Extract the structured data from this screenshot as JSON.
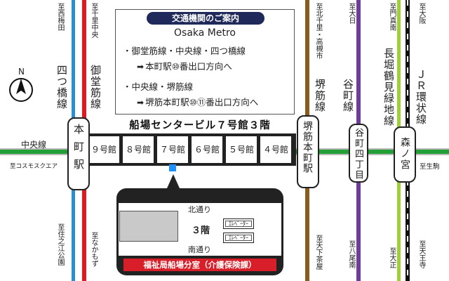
{
  "info_box": {
    "title": "交通機関のご案内",
    "metro": "Osaka Metro",
    "line1": "・御堂筋線・中央線・四つ橋線",
    "dir1": "本町駅⑩番出口方向へ",
    "line2": "・中央線・堺筋線",
    "dir2": "堺筋本町駅⑩⑪番出口方向へ",
    "arrow_icon": "➡"
  },
  "compass": {
    "label": "N"
  },
  "building": {
    "title": "船場センタービル７号館３階",
    "buildings": [
      "９号館",
      "８号館",
      "７号館",
      "６号館",
      "５号館",
      "４号館"
    ]
  },
  "stations": {
    "honmachi": "本町駅",
    "sakaisuji_honmachi": "堺筋本町駅",
    "tanimachi_4chome": "谷町四丁目",
    "morinomiya": "森ノ宮"
  },
  "lines": {
    "chuo": "中央線",
    "yotsubashi": "四つ橋線",
    "midosuji": "御堂筋線",
    "sakaisuji": "堺筋線",
    "tanimachi": "谷町線",
    "nagahori": "長堀鶴見緑地線",
    "jr_loop": "ＪＲ環状線"
  },
  "directions": {
    "nishi_umeda": "至西梅田",
    "senri_chuo": "至千里中央",
    "kita_senri": "至北千里・高槻市",
    "dainichi": "至大日",
    "kadoma": "至門真南",
    "osaka": "至大阪",
    "cosmosquare": "至コスモスクエア",
    "suminoe": "至住之江公園",
    "nakamozu": "至なかもず",
    "tengachaya": "至天下茶屋",
    "yao": "至八尾南",
    "taisho": "至大正",
    "tennoji": "至天王寺",
    "ikoma": "至生駒"
  },
  "floor_plan": {
    "north": "北通り",
    "floor": "３階",
    "south": "南通り",
    "elevator": "ｴﾚﾍﾞｰﾀｰ",
    "office": "福祉局船場分室（介護保険課）"
  },
  "colors": {
    "chuo": "#22a036",
    "yotsubashi": "#2b8fd1",
    "midosuji": "#e5171f",
    "sakaisuji": "#8b5a1d",
    "tanimachi": "#6c3e98",
    "nagahori": "#9ccf3a",
    "jr": "#000000",
    "highlight": "#1e90ff",
    "office": "#d81e28"
  }
}
